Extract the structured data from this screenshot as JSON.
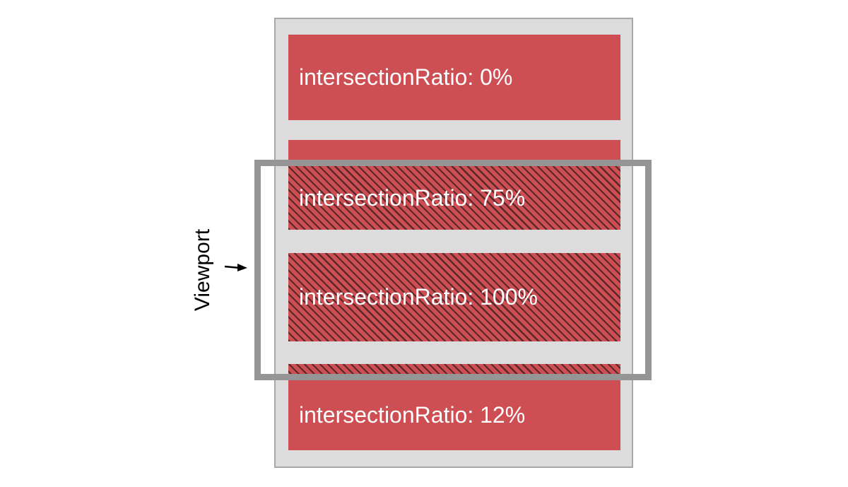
{
  "figure": {
    "type": "diagram",
    "topic": "IntersectionObserver intersectionRatio illustration",
    "viewport": {
      "label": "Viewport"
    },
    "blocks": [
      {
        "label": "intersectionRatio: 0%",
        "ratio_percent": 0,
        "hatched": false
      },
      {
        "label": "intersectionRatio: 75%",
        "ratio_percent": 75,
        "hatched": true
      },
      {
        "label": "intersectionRatio: 100%",
        "ratio_percent": 100,
        "hatched": true
      },
      {
        "label": "intersectionRatio: 12%",
        "ratio_percent": 12,
        "hatched": true
      }
    ]
  },
  "colors": {
    "block_red": "#cd4e53",
    "page_gray": "#dcdcdc",
    "page_border": "#a8a8a8",
    "viewport_border": "#959595",
    "hatch_line": "rgba(32,22,24,0.68)",
    "text_white": "#ffffff",
    "label_black": "#000000"
  }
}
